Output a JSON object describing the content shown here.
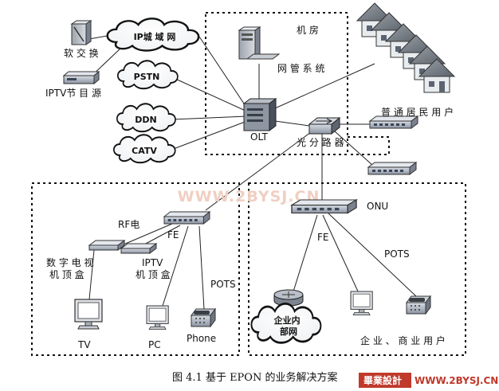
{
  "nodes": {
    "soft_switch": "软 交 换",
    "iptv_source": "IPTV节 目 源",
    "ip_metro": "IP城 域 网",
    "pstn": "PSTN",
    "ddn": "DDN",
    "catv": "CATV",
    "machine_room": "机 房",
    "nms": "网 管 系 统",
    "olt": "OLT",
    "splitter": "光 分 路 器",
    "residential": "普 通 居 民 用 户",
    "rf": "RF电",
    "fe_left": "FE",
    "dtv_stb": "数 字 电 视\n机 顶 盒",
    "iptv_stb": "IPTV\n机 顶 盒",
    "pots_left": "POTS",
    "tv": "TV",
    "pc": "PC",
    "phone": "Phone",
    "onu": "ONU",
    "fe_right": "FE",
    "pots_right": "POTS",
    "enterprise_net": "企业内\n部网",
    "enterprise_users": "企 业 、 商 业 用 户"
  },
  "watermark": "WWW.2BYSJ.CN",
  "caption": "图 4.1 基于 EPON 的业务解决方案",
  "logo": {
    "cn": "畢業設計",
    "en": "WWW.2BYSJ.CN"
  },
  "colors": {
    "accent": "#c0392b",
    "watermark": "#f0cfc2"
  }
}
